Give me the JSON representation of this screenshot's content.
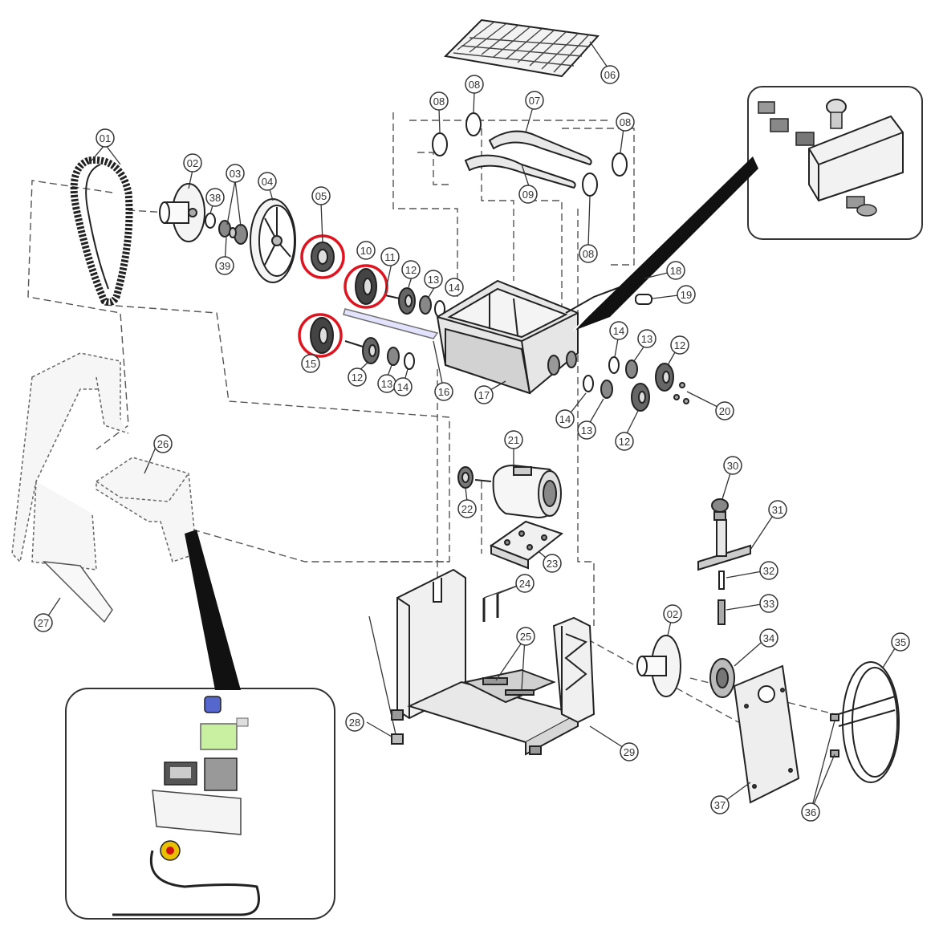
{
  "diagram": {
    "callouts": [
      {
        "id": "c01a",
        "label": "01"
      },
      {
        "id": "c02a",
        "label": "02"
      },
      {
        "id": "c03",
        "label": "03"
      },
      {
        "id": "c04",
        "label": "04"
      },
      {
        "id": "c05",
        "label": "05"
      },
      {
        "id": "c06",
        "label": "06"
      },
      {
        "id": "c07",
        "label": "07"
      },
      {
        "id": "c08a",
        "label": "08"
      },
      {
        "id": "c08b",
        "label": "08"
      },
      {
        "id": "c08c",
        "label": "08"
      },
      {
        "id": "c08d",
        "label": "08"
      },
      {
        "id": "c09",
        "label": "09"
      },
      {
        "id": "c10",
        "label": "10"
      },
      {
        "id": "c11",
        "label": "11"
      },
      {
        "id": "c12a",
        "label": "12"
      },
      {
        "id": "c12b",
        "label": "12"
      },
      {
        "id": "c12c",
        "label": "12"
      },
      {
        "id": "c12d",
        "label": "12"
      },
      {
        "id": "c13a",
        "label": "13"
      },
      {
        "id": "c13b",
        "label": "13"
      },
      {
        "id": "c13c",
        "label": "13"
      },
      {
        "id": "c13d",
        "label": "13"
      },
      {
        "id": "c14a",
        "label": "14"
      },
      {
        "id": "c14b",
        "label": "14"
      },
      {
        "id": "c14c",
        "label": "14"
      },
      {
        "id": "c14d",
        "label": "14"
      },
      {
        "id": "c15",
        "label": "15"
      },
      {
        "id": "c16",
        "label": "16"
      },
      {
        "id": "c17",
        "label": "17"
      },
      {
        "id": "c18",
        "label": "18"
      },
      {
        "id": "c19",
        "label": "19"
      },
      {
        "id": "c20",
        "label": "20"
      },
      {
        "id": "c21",
        "label": "21"
      },
      {
        "id": "c22",
        "label": "22"
      },
      {
        "id": "c23",
        "label": "23"
      },
      {
        "id": "c24",
        "label": "24"
      },
      {
        "id": "c25",
        "label": "25"
      },
      {
        "id": "c26",
        "label": "26"
      },
      {
        "id": "c27",
        "label": "27"
      },
      {
        "id": "c28",
        "label": "28"
      },
      {
        "id": "c29",
        "label": "29"
      },
      {
        "id": "c30",
        "label": "30"
      },
      {
        "id": "c31",
        "label": "31"
      },
      {
        "id": "c32",
        "label": "32"
      },
      {
        "id": "c33",
        "label": "33"
      },
      {
        "id": "c34",
        "label": "34"
      },
      {
        "id": "c35",
        "label": "35"
      },
      {
        "id": "c36a",
        "label": "36"
      },
      {
        "id": "c37",
        "label": "37"
      },
      {
        "id": "c38",
        "label": "38"
      },
      {
        "id": "c39",
        "label": "39"
      },
      {
        "id": "c02b",
        "label": "02"
      }
    ],
    "highlight_color": "#e0141e",
    "line_color": "#333333"
  }
}
